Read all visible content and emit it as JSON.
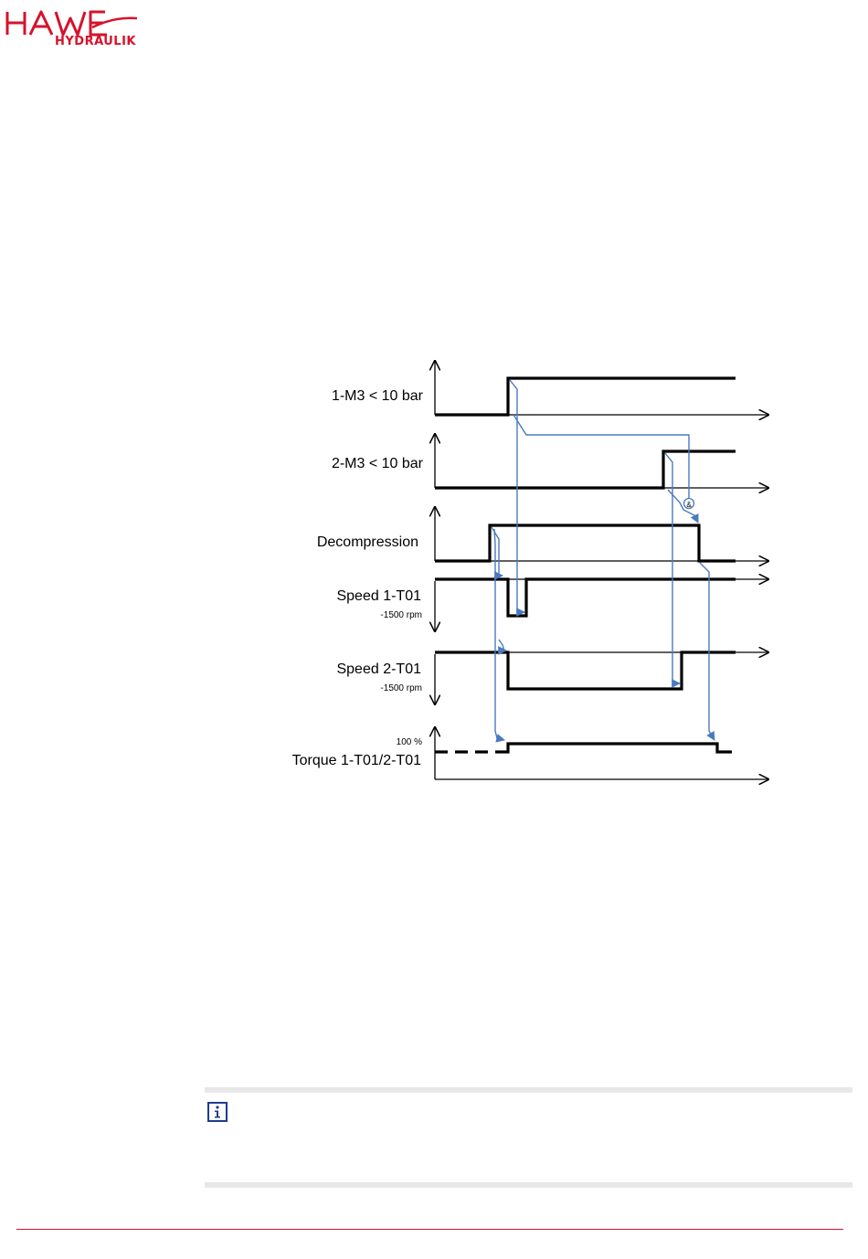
{
  "brand": {
    "logo_text": "HAWE",
    "logo_subtext": "HYDRAULIK",
    "color": "#d7122b"
  },
  "diagram": {
    "line_color": "#000000",
    "arrow_color": "#4a7abf",
    "signals": [
      {
        "label": "1-M3 < 10 bar"
      },
      {
        "label": "2-M3 < 10 bar"
      },
      {
        "label": "Decompression"
      },
      {
        "label": "Speed 1-T01",
        "sublabel": "-1500 rpm"
      },
      {
        "label": "Speed 2-T01",
        "sublabel": "-1500 rpm"
      },
      {
        "label": "Torque 1-T01/2-T01",
        "sublabel": "100 %"
      }
    ],
    "marker_symbol": "&"
  },
  "info_box": {
    "icon": "info-icon",
    "border_color": "#1f3b8c"
  }
}
